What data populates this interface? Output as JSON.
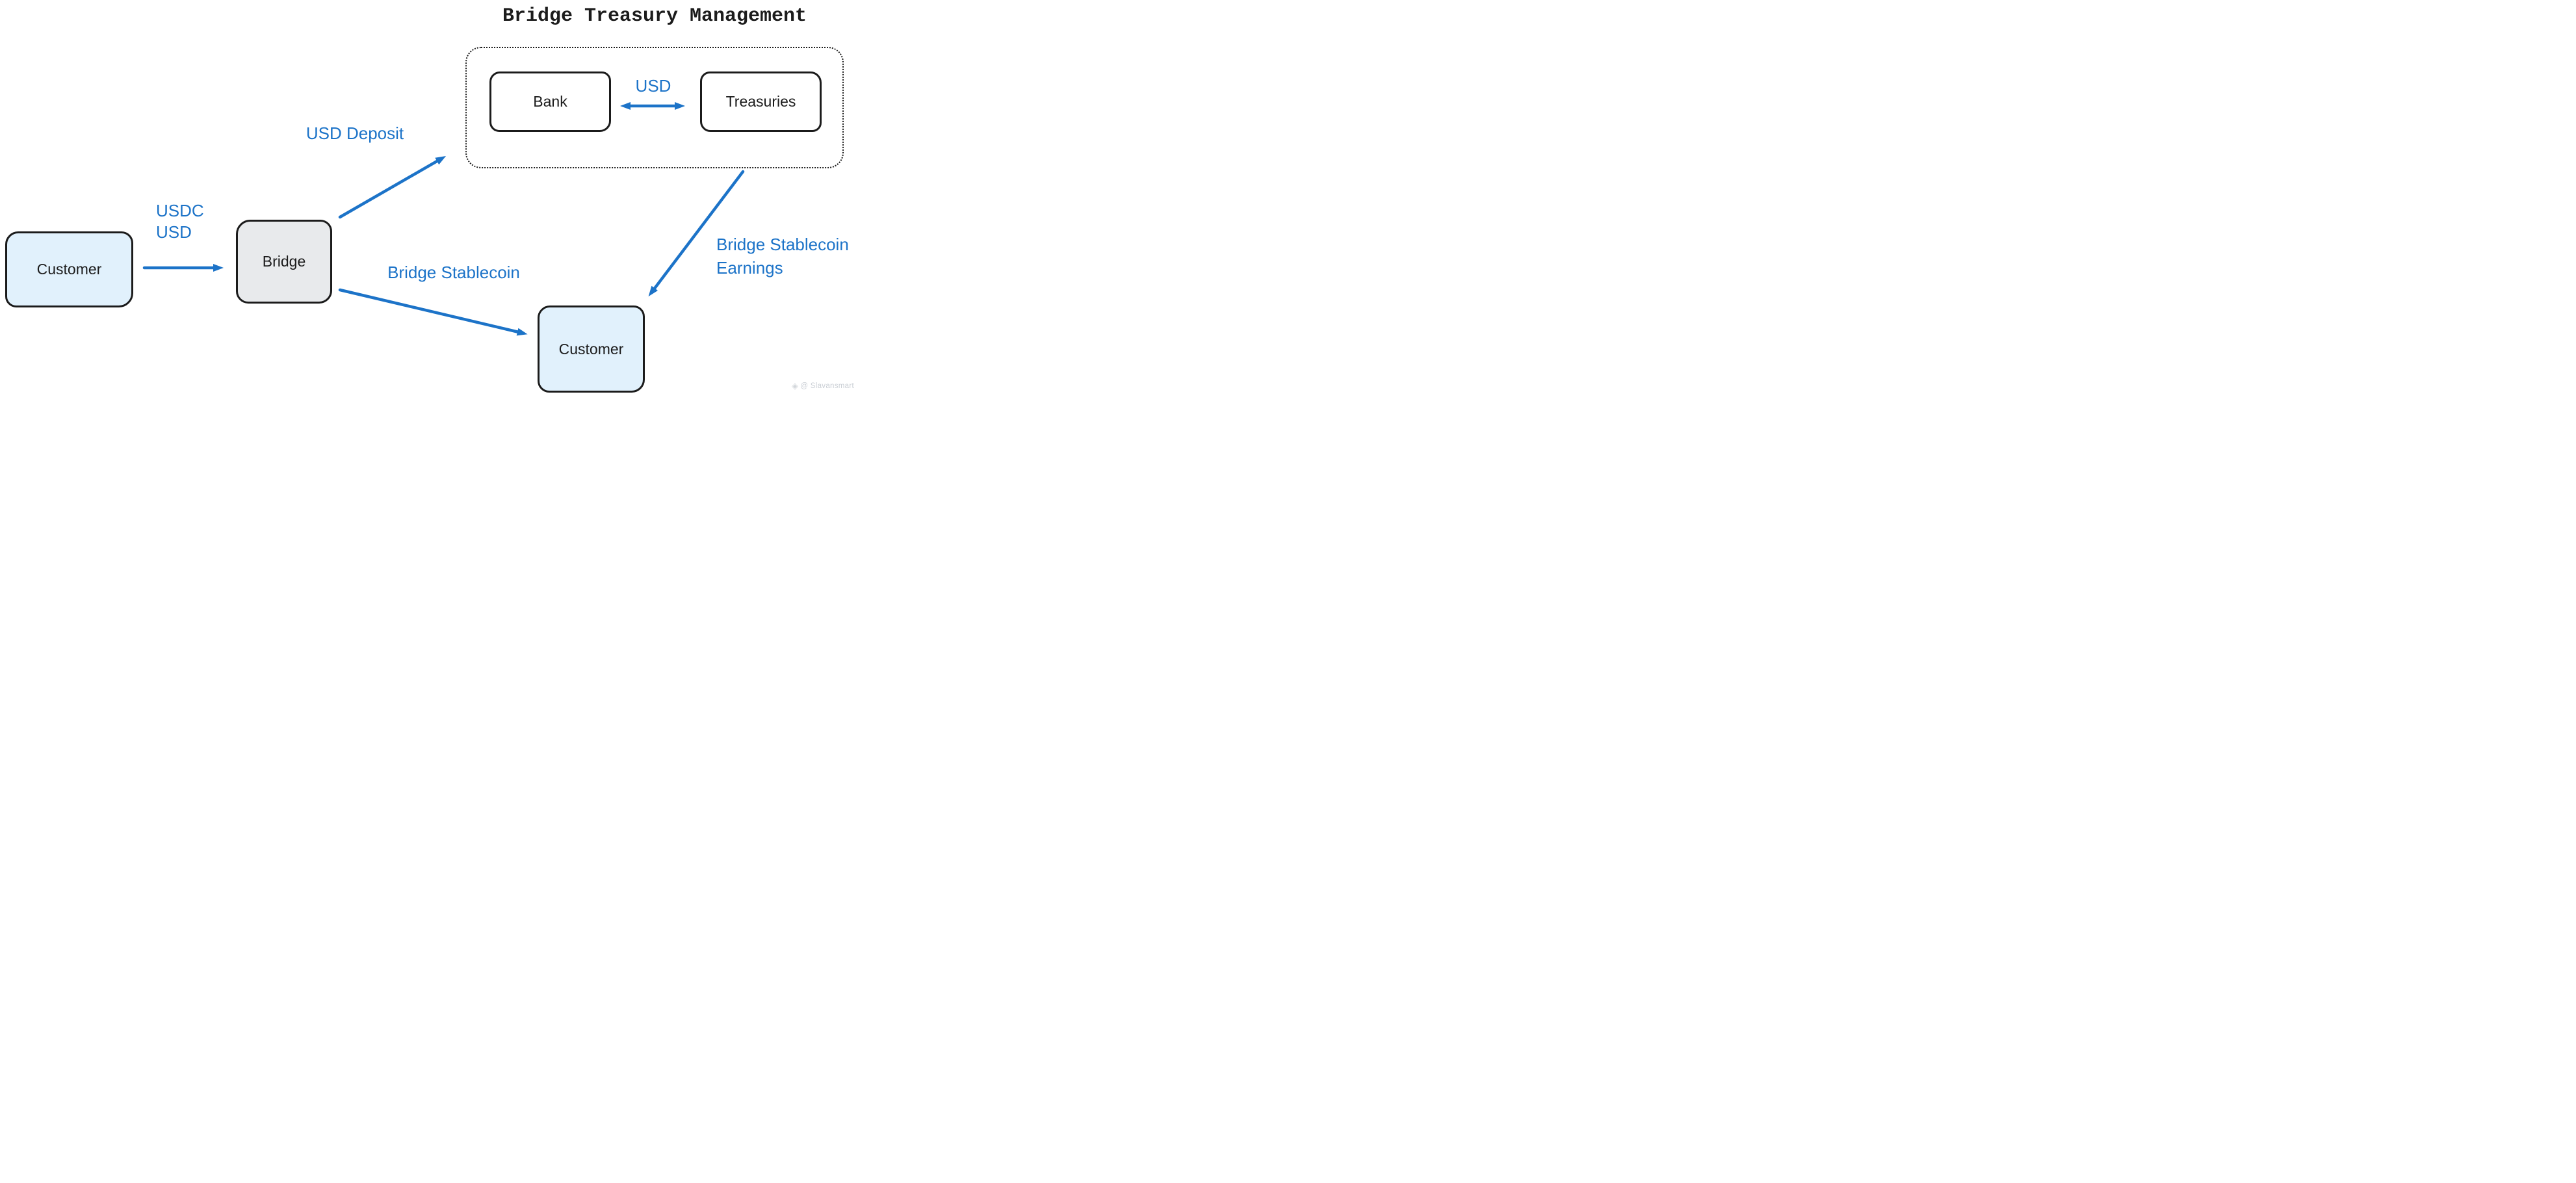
{
  "diagram": {
    "title": "Bridge Treasury Management",
    "nodes": {
      "customer_left": {
        "label": "Customer"
      },
      "bridge": {
        "label": "Bridge"
      },
      "bank": {
        "label": "Bank"
      },
      "treasuries": {
        "label": "Treasuries"
      },
      "customer_bottom": {
        "label": "Customer"
      }
    },
    "edges": {
      "customer_to_bridge": {
        "label_line1": "USDC",
        "label_line2": "USD"
      },
      "bridge_to_treasury": {
        "label": "USD Deposit"
      },
      "bank_to_treasuries": {
        "label": "USD"
      },
      "bridge_to_customer": {
        "label": "Bridge Stablecoin"
      },
      "treasury_to_customer": {
        "label_line1": "Bridge Stablecoin",
        "label_line2": "Earnings"
      }
    },
    "colors": {
      "accent_blue": "#1c73c8",
      "node_fill_light_blue": "#e1f1fc",
      "node_fill_gray": "#e8aeec",
      "node_fill_white": "#ffffff",
      "stroke_dark": "#1b1b1b",
      "watermark_gray": "#c9ced4"
    },
    "watermark": {
      "logo_glyph": "◈",
      "text": "@ Slavansmart"
    }
  }
}
